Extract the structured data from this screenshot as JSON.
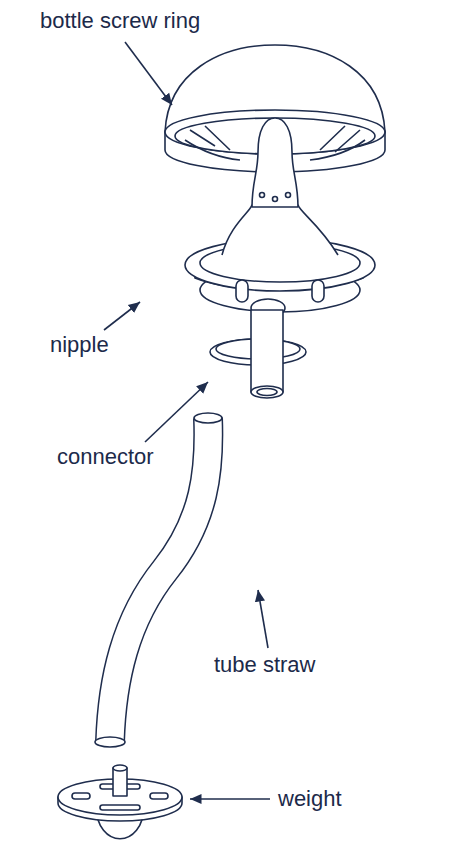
{
  "diagram": {
    "labels": [
      "bottle screw ring",
      "nipple",
      "connector",
      "tube straw",
      "weight"
    ]
  }
}
